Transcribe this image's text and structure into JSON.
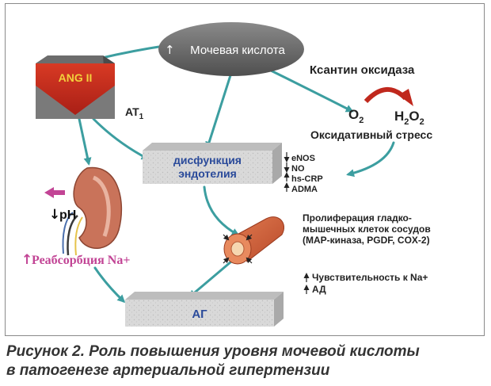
{
  "colors": {
    "arrow": "#3c9ea0",
    "red": "#c0281d",
    "ellipse": "#666666",
    "kidney": "#c9735a",
    "magenta": "#c24495",
    "slab": "#d7d7d7",
    "vessel": "#d0603a",
    "text": "#222222"
  },
  "nodes": {
    "uric_acid": "Мочевая кислота",
    "ang": "ANG II",
    "at_label": "AT",
    "at_sub": "1",
    "xo": "Ксантин оксидаза",
    "o2_main": "O",
    "o2_sub": "2",
    "h2o2_h": "H",
    "h2o2_sub1": "2",
    "h2o2_o": "O",
    "h2o2_sub2": "2",
    "ox_stress": "Оксидативный стресс",
    "endo_line1": "дисфункция",
    "endo_line2": "эндотелия",
    "markers": [
      "eNOS",
      "NO",
      "hs-CRP",
      "ADMA"
    ],
    "ph": "pH",
    "reabs": "Реабсорбция Na+",
    "prolif_line1": "Пролиферация гладко-",
    "prolif_line2": "мышечных клеток сосудов",
    "prolif_line3": "(MAP-киназа, PGDF, COX-2)",
    "sens_line1": "Чувствительность к Na+",
    "sens_line2": "АД",
    "ag": "АГ"
  },
  "caption": {
    "line1": "Рисунок 2. Роль повышения уровня мочевой кислоты",
    "line2": "в патогенезе артериальной гипертензии"
  }
}
